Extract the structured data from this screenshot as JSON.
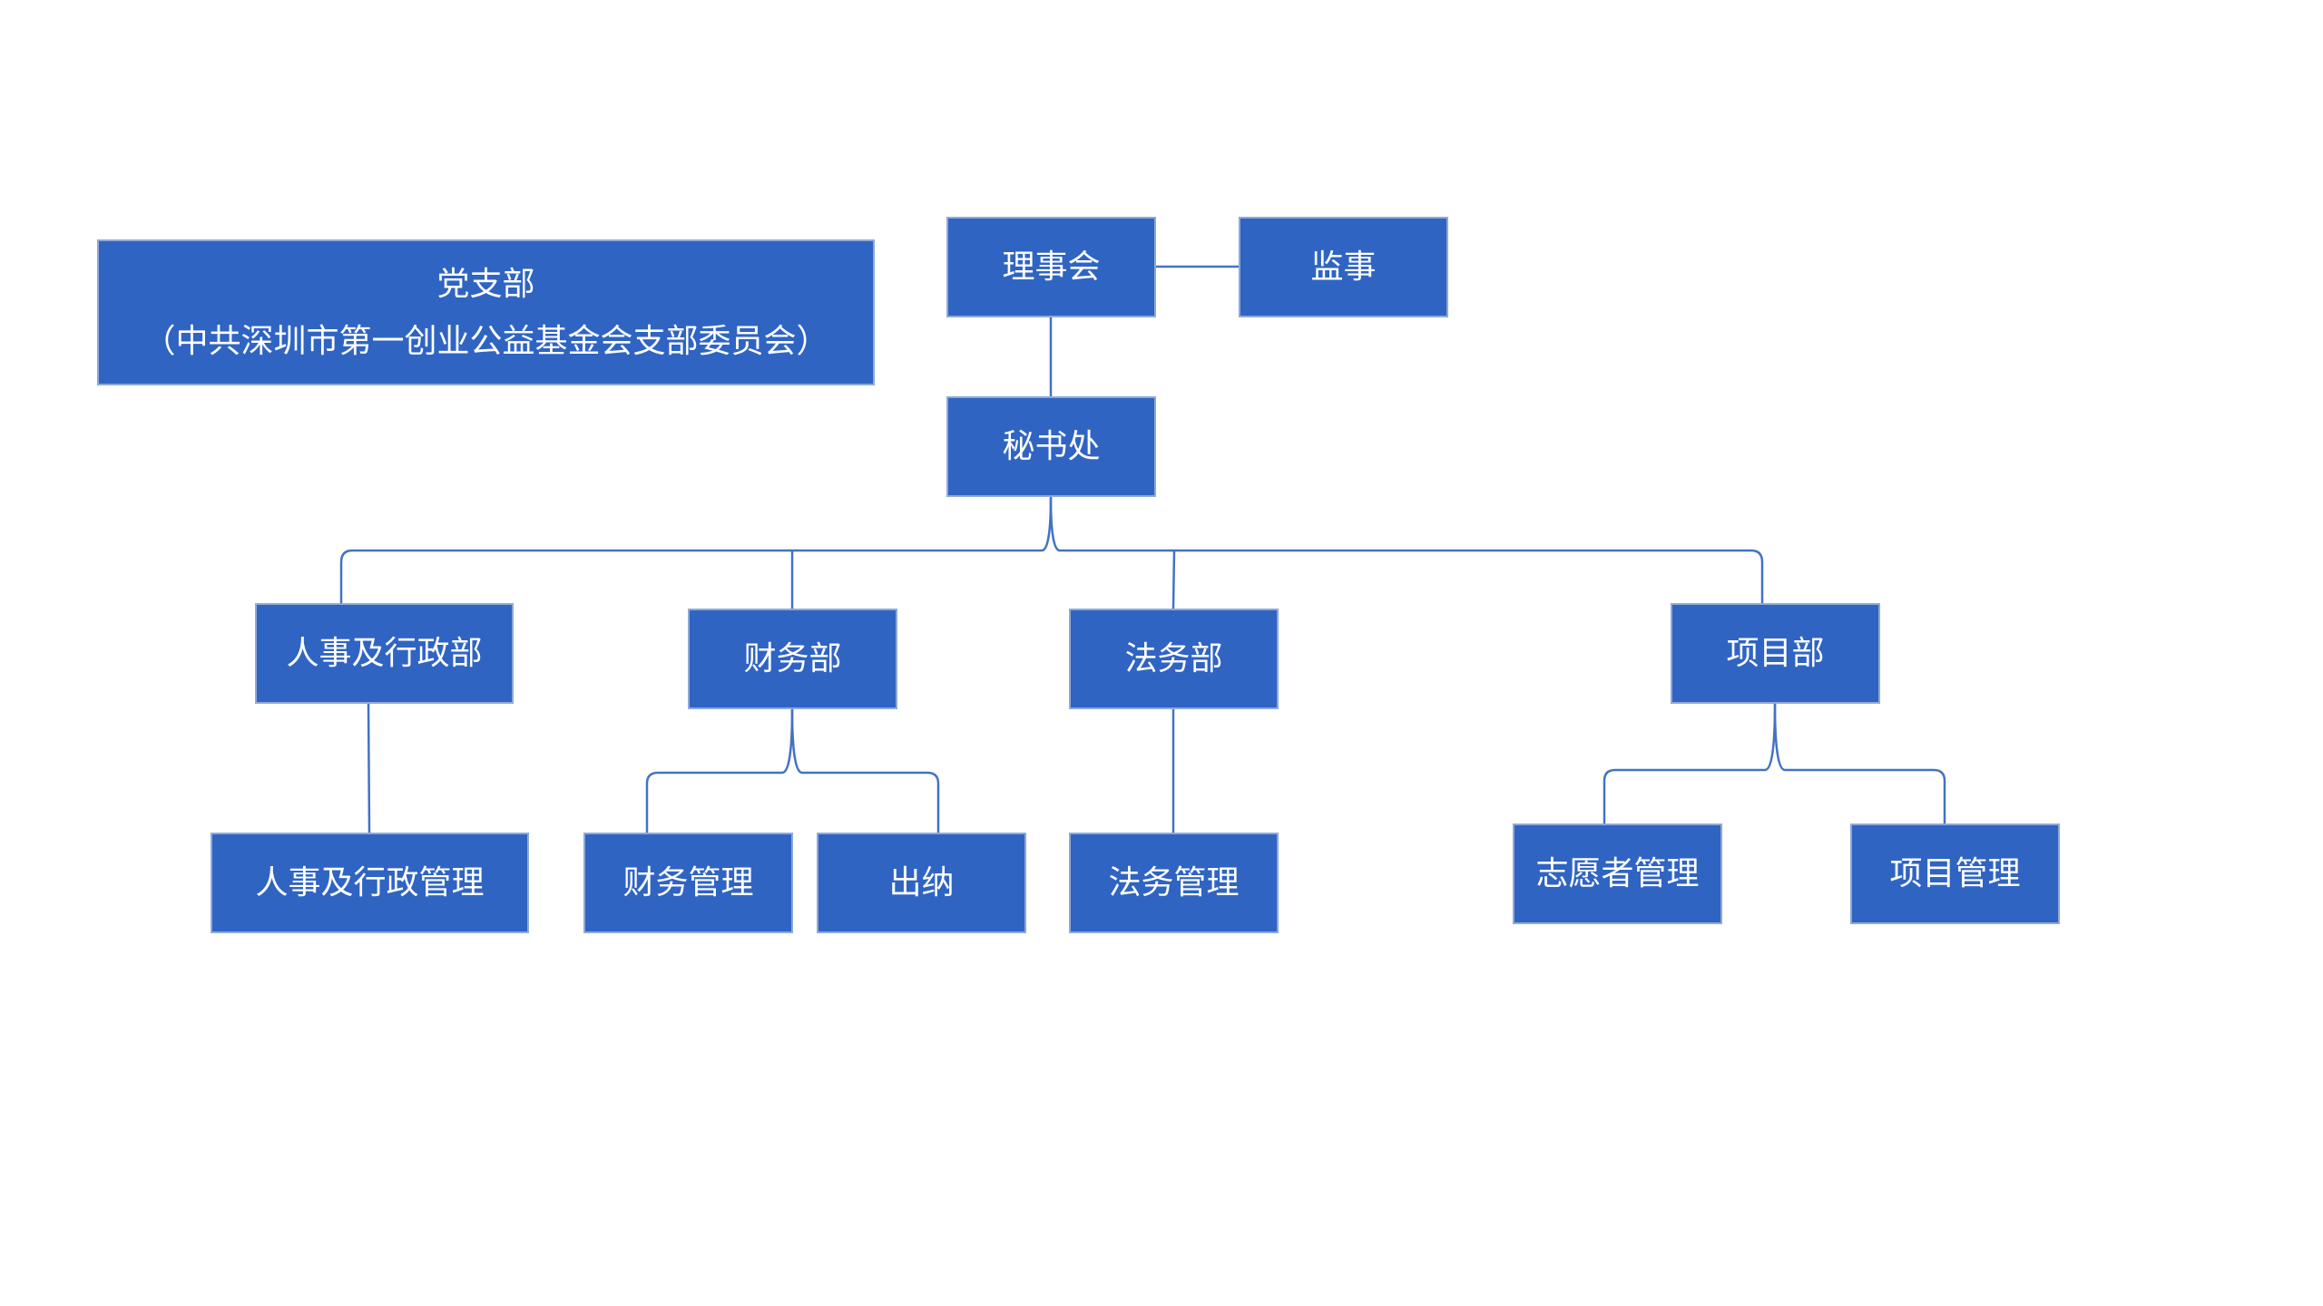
{
  "diagram": {
    "line_color": "#4472C4",
    "box_color": "#2F64C3",
    "box_border_color": "#8FA9D6",
    "text_color": "#FFFFFF",
    "party_branch": {
      "title": "党支部",
      "subtitle": "（中共深圳市第一创业公益基金会支部委员会）"
    },
    "nodes": {
      "council": "理事会",
      "supervisor": "监事",
      "secretariat": "秘书处",
      "hr_admin_dept": "人事及行政部",
      "finance_dept": "财务部",
      "legal_dept": "法务部",
      "project_dept": "项目部",
      "hr_admin_mgmt": "人事及行政管理",
      "finance_mgmt": "财务管理",
      "cashier": "出纳",
      "legal_mgmt": "法务管理",
      "volunteer_mgmt": "志愿者管理",
      "project_mgmt": "项目管理"
    },
    "relations": [
      {
        "from": "council",
        "to": "supervisor"
      },
      {
        "from": "council",
        "to": "secretariat"
      },
      {
        "from": "secretariat",
        "to": "hr_admin_dept"
      },
      {
        "from": "secretariat",
        "to": "finance_dept"
      },
      {
        "from": "secretariat",
        "to": "legal_dept"
      },
      {
        "from": "secretariat",
        "to": "project_dept"
      },
      {
        "from": "hr_admin_dept",
        "to": "hr_admin_mgmt"
      },
      {
        "from": "finance_dept",
        "to": "finance_mgmt"
      },
      {
        "from": "finance_dept",
        "to": "cashier"
      },
      {
        "from": "legal_dept",
        "to": "legal_mgmt"
      },
      {
        "from": "project_dept",
        "to": "volunteer_mgmt"
      },
      {
        "from": "project_dept",
        "to": "project_mgmt"
      }
    ]
  }
}
